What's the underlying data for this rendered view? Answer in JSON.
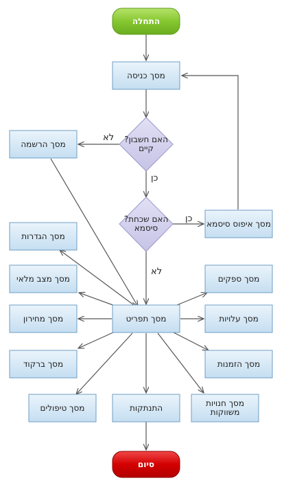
{
  "nodes": {
    "start": "התחלה",
    "login": "מסך כניסה",
    "has_account": "האם חשבון?\nקיים",
    "register": "מסך הרשמה",
    "forgot": "האם שכחת?\nסיסמא",
    "reset_pw": "מסך איפוס סיסמא",
    "settings": "מסך הגדרות",
    "inventory": "מסך מצב מלאי",
    "suppliers": "מסך ספקים",
    "main_menu": "מסך תפריט",
    "prices": "מסך מחירון",
    "costs": "מסך עלויות",
    "barcode": "מסך ברקוד",
    "orders": "מסך הזמנות",
    "treatments": "מסך טיפולים",
    "logout": "התנתקות",
    "stores": "מסך חנויות\nמשווקות",
    "end": "סיום"
  },
  "edge_labels": {
    "no_register": "לא",
    "yes_account": "כן",
    "yes_forgot": "כן",
    "no_forgot": "לא"
  },
  "colors": {
    "box_fill_top": "#eaf4fb",
    "box_fill_bottom": "#c7e0f2",
    "box_stroke": "#6e9ec4",
    "diamond_fill": "#cfcdea",
    "diamond_stroke": "#9a98c8",
    "start_fill": "#7cc42a",
    "start_stroke": "#5d9a1a",
    "end_fill": "#d40000",
    "end_stroke": "#8f0000",
    "arrow": "#555555"
  }
}
